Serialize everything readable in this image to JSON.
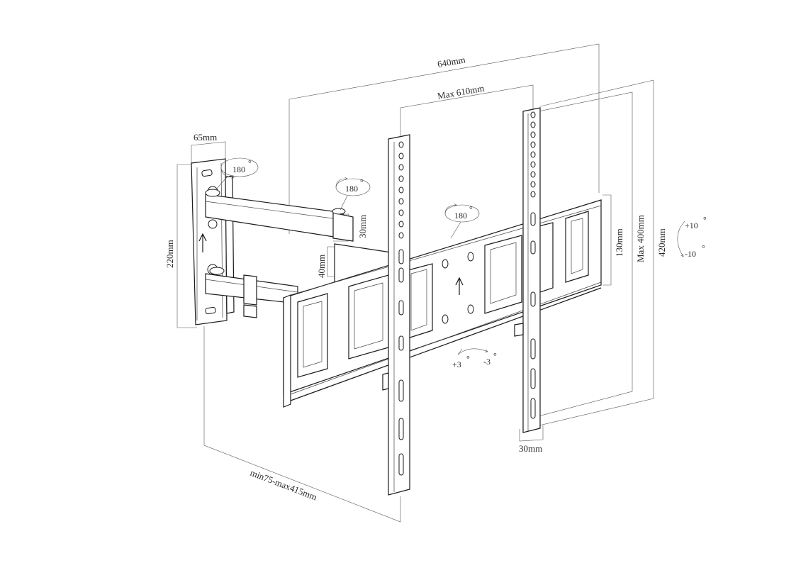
{
  "dimensions": {
    "overall_width": "640mm",
    "max_vesa_width": "Max 610mm",
    "wall_plate_width": "65mm",
    "wall_plate_height": "220mm",
    "arm_thickness": "30mm",
    "bracket_depth": "40mm",
    "extension": "min75-max415mm",
    "mount_height": "130mm",
    "max_vesa_height": "Max 400mm",
    "rail_length": "420mm",
    "rail_width": "30mm"
  },
  "rotations": {
    "wall_swivel": "180",
    "arm_swivel": "180",
    "plate_swivel": "180",
    "tilt_up": "+10",
    "tilt_down": "-10",
    "level_plus": "+3",
    "level_minus": "-3",
    "degree_mark": "°"
  }
}
